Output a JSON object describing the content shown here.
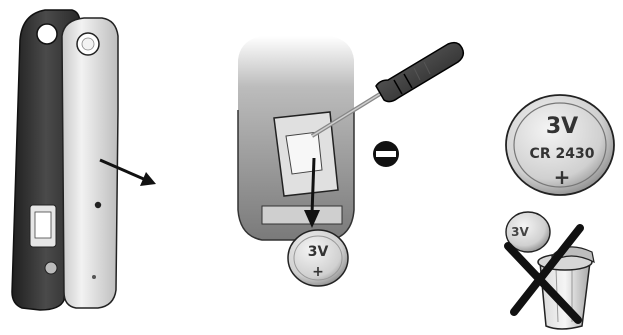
{
  "illustration": {
    "battery_large": {
      "voltage": "3V",
      "model": "CR 2430",
      "polarity": "+"
    },
    "battery_small_removed": {
      "voltage": "3V",
      "polarity": "+"
    },
    "battery_small_disposed": {
      "voltage": "3V"
    },
    "icons": {
      "step1": "slide-open-arrow-icon",
      "step2": "screwdriver-icon",
      "step2_symbol": "minus-circle-icon",
      "step3": "do-not-bin-icon"
    },
    "colors": {
      "ink": "#1a1a1a",
      "shade_dark": "#5a5a5a",
      "shade_mid": "#9a9a9a",
      "shade_light": "#dcdcdc",
      "paper": "#ffffff"
    }
  }
}
